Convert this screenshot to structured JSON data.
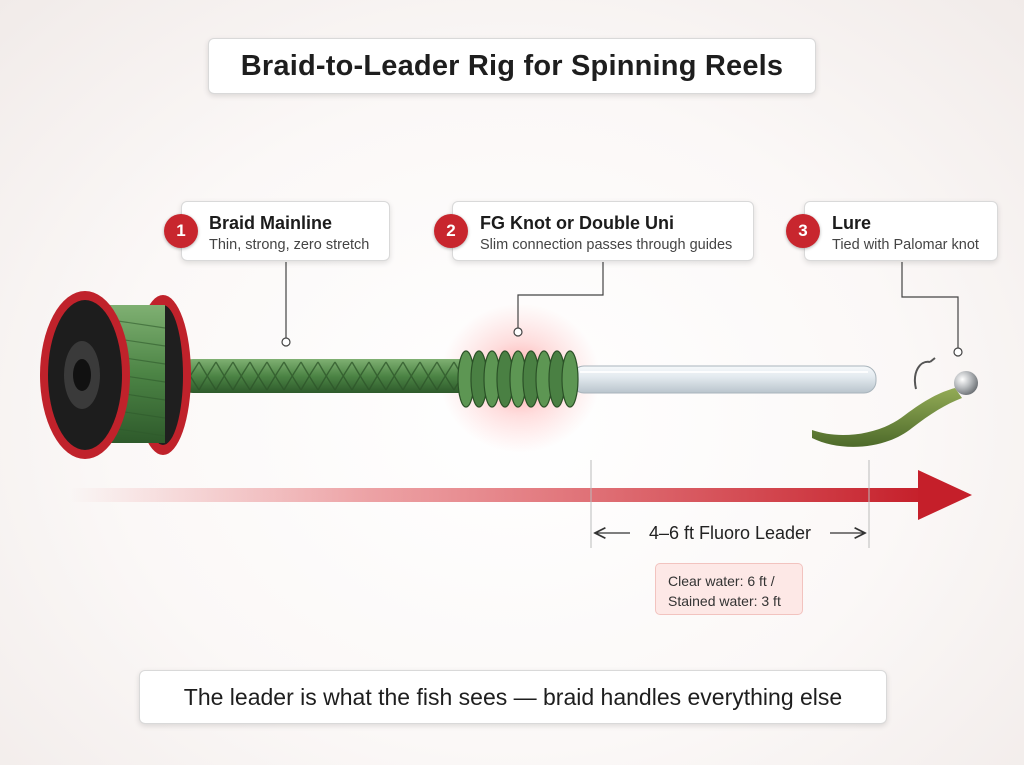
{
  "title": "Braid-to-Leader Rig for Spinning Reels",
  "callouts": [
    {
      "number": "1",
      "heading": "Braid Mainline",
      "subtitle": "Thin, strong, zero stretch"
    },
    {
      "number": "2",
      "heading": "FG Knot or Double Uni",
      "subtitle": "Slim connection passes through guides"
    },
    {
      "number": "3",
      "heading": "Lure",
      "subtitle": "Tied with Palomar knot"
    }
  ],
  "leader_length": "4–6 ft Fluoro Leader",
  "leader_note": {
    "line1": "Clear water: 6 ft /",
    "line2": "Stained water: 3 ft"
  },
  "tagline": "The leader is what the fish sees — braid handles everything else",
  "colors": {
    "accent_red": "#c8262e",
    "braid_green": "#4f8a4a",
    "leader_clear": "#dfe6ec",
    "lure_green": "#6f8f3a"
  },
  "icons": [
    "spool-icon",
    "braid-line-icon",
    "knot-icon",
    "leader-tube-icon",
    "jig-worm-lure-icon",
    "direction-arrow-icon"
  ]
}
